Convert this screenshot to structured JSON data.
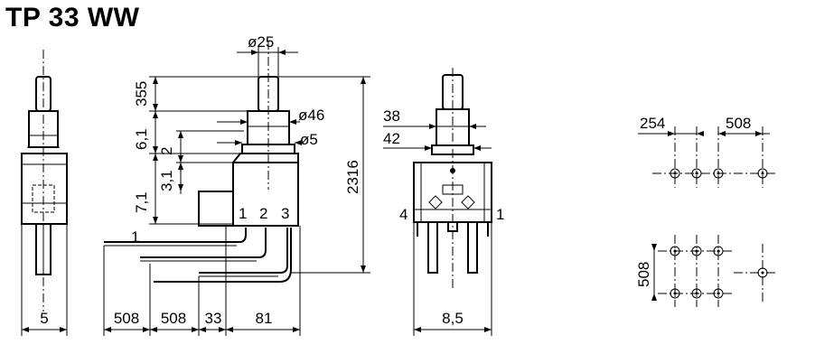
{
  "title": "TP 33 WW",
  "dimensions": {
    "left_width": "5",
    "pin_spacing_1": "508",
    "pin_spacing_2": "508",
    "offset": "33",
    "body_length": "81",
    "stem_dia": "ø25",
    "collar_dia": "ø46",
    "shoulder_dia": "ø5",
    "stem_height": "355",
    "collar_height": "6,1",
    "dim_2": "2",
    "dim_31": "3,1",
    "dim_71": "7,1",
    "total_height": "2316",
    "right_38": "38",
    "right_42": "42",
    "right_width": "8,5",
    "pcb_spacing_a": "254",
    "pcb_spacing_b": "508",
    "pcb_spacing_c": "508"
  },
  "terminals": {
    "t1": "1",
    "t2": "2",
    "t3": "3",
    "side_left": "4",
    "side_right": "1",
    "side_1": "1"
  }
}
